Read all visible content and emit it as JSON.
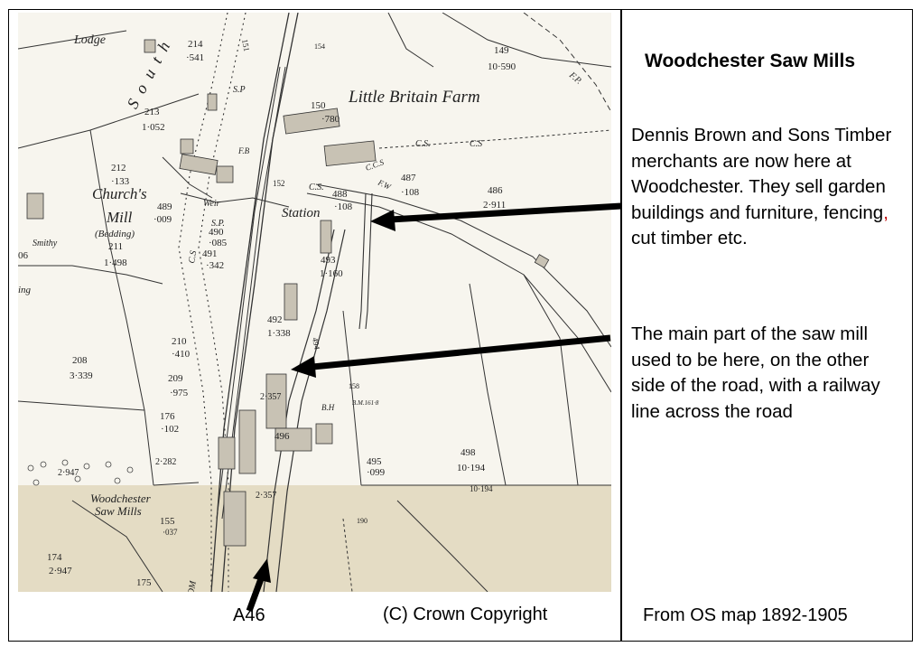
{
  "title": "Woodchester Saw Mills",
  "note1": {
    "part1": "Dennis Brown and Sons Timber merchants are now here at Woodchester. They sell garden buildings and furniture, fencing",
    "comma": ",",
    "part2": " cut timber etc."
  },
  "note2": "The main part of the saw mill used to be here, on the other side of the road, with a railway line across the road",
  "source": "From OS map 1892-1905",
  "copyright": "(C)  Crown Copyright",
  "road_label": "A46",
  "map": {
    "labels": {
      "lodge": "Lodge",
      "south": "South",
      "little_britain_farm": "Little Britain Farm",
      "churchs_mill": "Church's",
      "mill": "Mill",
      "bedding": "(Bedding)",
      "station": "Station",
      "woodchester": "Woodchester",
      "saw_mills": "Saw Mills",
      "smithy": "Smithy",
      "ing": "ing",
      "sp": "S.P.",
      "sp2": "S.P",
      "fb": "F.B",
      "cs": "C.S.",
      "cs2": "C.S",
      "bh": "B.H",
      "fp": "F.P.",
      "weir": "Weir",
      "bm": "B.M.161·8",
      "dm": "DM",
      "ccs": "C.C.S",
      "fw": "F.W"
    },
    "parcels": [
      {
        "id": "p214",
        "num": "214",
        "area": "·541"
      },
      {
        "id": "p149",
        "num": "149",
        "area": "10·590"
      },
      {
        "id": "p151",
        "num": "151",
        "area": ""
      },
      {
        "id": "p154",
        "num": "154",
        "area": ""
      },
      {
        "id": "p213",
        "num": "213",
        "area": "1·052"
      },
      {
        "id": "p150",
        "num": "150",
        "area": "·780"
      },
      {
        "id": "p212",
        "num": "212",
        "area": "·133"
      },
      {
        "id": "p487",
        "num": "487",
        "area": "·108"
      },
      {
        "id": "p486",
        "num": "486",
        "area": "2·911"
      },
      {
        "id": "p489",
        "num": "489",
        "area": "·009"
      },
      {
        "id": "p488",
        "num": "488",
        "area": "·108"
      },
      {
        "id": "p152",
        "num": "152",
        "area": ""
      },
      {
        "id": "p490",
        "num": "490",
        "area": "·085"
      },
      {
        "id": "p491",
        "num": "491",
        "area": "·342"
      },
      {
        "id": "p211",
        "num": "211",
        "area": "1·498"
      },
      {
        "id": "p493",
        "num": "493",
        "area": "1·160"
      },
      {
        "id": "p106",
        "num": "06",
        "area": ""
      },
      {
        "id": "p492",
        "num": "492",
        "area": "1·338"
      },
      {
        "id": "p210",
        "num": "210",
        "area": "·410"
      },
      {
        "id": "p208",
        "num": "208",
        "area": "3·339"
      },
      {
        "id": "p209",
        "num": "209",
        "area": "·975"
      },
      {
        "id": "p494",
        "num": "494",
        "area": ""
      },
      {
        "id": "p158",
        "num": "158",
        "area": ""
      },
      {
        "id": "p176",
        "num": "176",
        "area": "·102"
      },
      {
        "id": "p2357a",
        "num": "2·357",
        "area": ""
      },
      {
        "id": "p496",
        "num": "496",
        "area": ""
      },
      {
        "id": "p495",
        "num": "495",
        "area": "·099"
      },
      {
        "id": "p498",
        "num": "498",
        "area": "10·194"
      },
      {
        "id": "p2947",
        "num": "2·947",
        "area": ""
      },
      {
        "id": "p2282",
        "num": "2·282",
        "area": ""
      },
      {
        "id": "p2357b",
        "num": "2·357",
        "area": ""
      },
      {
        "id": "p10194",
        "num": "10·194",
        "area": ""
      },
      {
        "id": "p155",
        "num": "155",
        "area": "·037"
      },
      {
        "id": "p190",
        "num": "190",
        "area": ""
      },
      {
        "id": "p174",
        "num": "174",
        "area": "2·947"
      },
      {
        "id": "p175",
        "num": "175",
        "area": ""
      }
    ]
  },
  "colors": {
    "paper": "#f7f5ee",
    "paper_lower": "#e4dcc4",
    "ink": "#222222",
    "arrow": "#000000",
    "accent_red": "#c00000"
  }
}
